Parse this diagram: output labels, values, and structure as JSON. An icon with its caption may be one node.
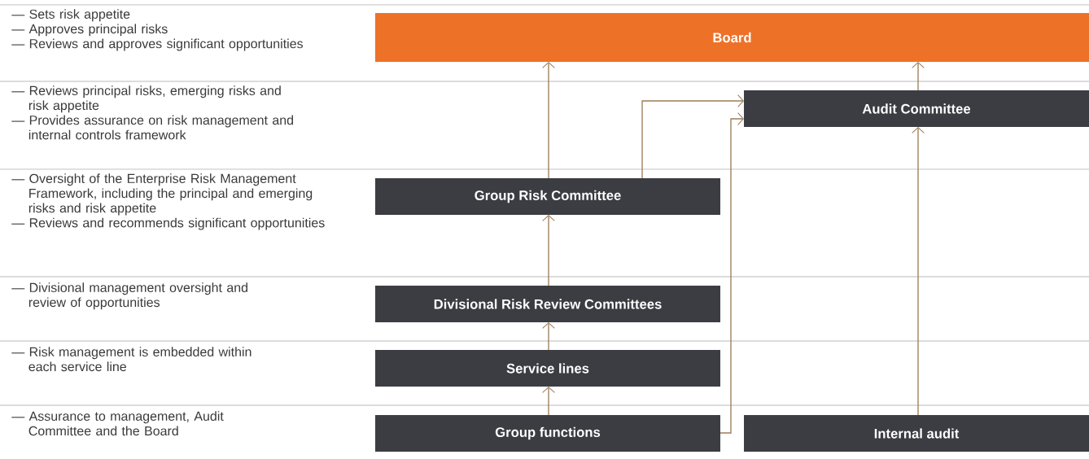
{
  "diagram": {
    "nodes": [
      {
        "text": [
          "Board"
        ]
      },
      {
        "text": [
          "Audit Committee"
        ]
      },
      {
        "text": [
          "Group Risk Committee"
        ]
      },
      {
        "text": [
          "Divisional Risk Review Committees"
        ]
      },
      {
        "text": [
          "Service lines"
        ]
      },
      {
        "text": [
          "Group functions"
        ]
      },
      {
        "text": [
          "Internal audit"
        ]
      }
    ],
    "edges": [
      {
        "from": 2,
        "to": 0,
        "arrow": "to"
      },
      {
        "from": 2,
        "to": 1,
        "arrow": "to"
      },
      {
        "from": 5,
        "to": 1,
        "arrow": "to"
      },
      {
        "from": 3,
        "to": 2,
        "arrow": "to"
      },
      {
        "from": 4,
        "to": 3,
        "arrow": "to"
      },
      {
        "from": 5,
        "to": 4,
        "arrow": "to"
      },
      {
        "from": 6,
        "to": 1,
        "arrow": "to"
      },
      {
        "from": 1,
        "to": 0,
        "arrow": "to"
      }
    ],
    "labels": [
      "— Sets risk appetite",
      "— Approves principal risks",
      "— Reviews and approves significant opportunities",
      "— Reviews principal risks, emerging risks and risk appetite",
      "— Provides assurance on risk management and internal controls framework",
      "— Oversight of the Enterprise Risk Management Framework, including the principal and emerging risks and risk appetite",
      "— Reviews and recommends significant opportunities",
      "— Divisional management oversight and review of opportunities",
      "— Risk management is embedded within each service line",
      "— Assurance to management, Audit Committee and the Board"
    ]
  }
}
